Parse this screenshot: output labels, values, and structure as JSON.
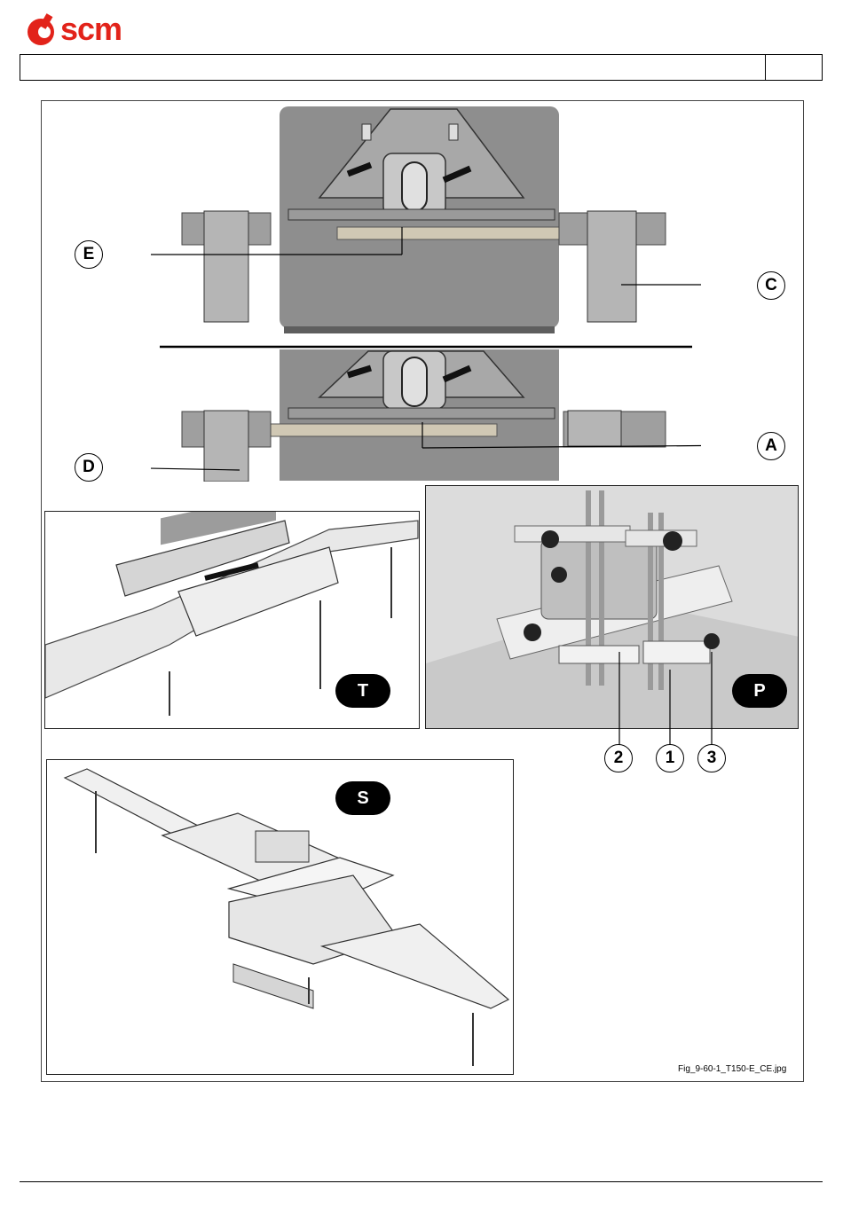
{
  "brand": {
    "logo_text": "scm",
    "color": "#e2231a",
    "icon": "scm-logo-icon"
  },
  "header": {
    "title": "",
    "page_number": ""
  },
  "figure": {
    "caption": "Fig_9-60-1_T150-E_CE.jpg",
    "top_view": {
      "callouts": {
        "E": "E",
        "C": "C",
        "A": "A",
        "D": "D"
      }
    },
    "panel_T": {
      "badge": "T"
    },
    "panel_P": {
      "badge": "P",
      "callouts": [
        "2",
        "1",
        "3"
      ]
    },
    "panel_S": {
      "badge": "S"
    }
  }
}
